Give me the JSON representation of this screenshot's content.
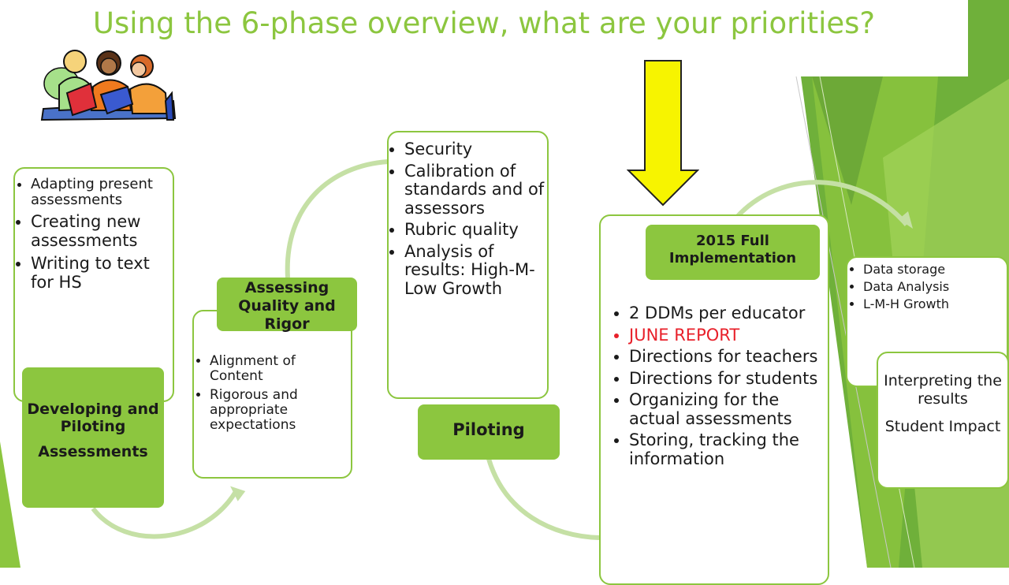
{
  "slide": {
    "title": "Using the 6-phase overview, what are your priorities?",
    "accent_color": "#8cc63f",
    "highlight_color": "#f7f400",
    "icon": "students-reading-clipart"
  },
  "phase1": {
    "items": [
      "Adapting present assessments",
      "Creating new assessments",
      "Writing to text for HS"
    ],
    "head_line1": "Developing and Piloting",
    "head_line2": "Assessments"
  },
  "phase2": {
    "head": "Assessing Quality and Rigor",
    "items": [
      "Alignment of Content",
      "Rigorous and appropriate expectations"
    ]
  },
  "phase3": {
    "items": [
      "Security",
      "Calibration of standards and of assessors",
      "Rubric quality",
      "Analysis of results: High-M-Low Growth"
    ],
    "head": "Piloting"
  },
  "phase4": {
    "head": "2015 Full Implementation",
    "items": [
      "2 DDMs per educator",
      "JUNE REPORT",
      "Directions for teachers",
      "Directions for students",
      "Organizing for the actual assessments",
      "Storing, tracking the information"
    ]
  },
  "phase5": {
    "items": [
      "Data storage",
      "Data Analysis",
      "L-M-H Growth"
    ],
    "head_line1": "Interpreting the results",
    "head_line2": "Student Impact"
  }
}
